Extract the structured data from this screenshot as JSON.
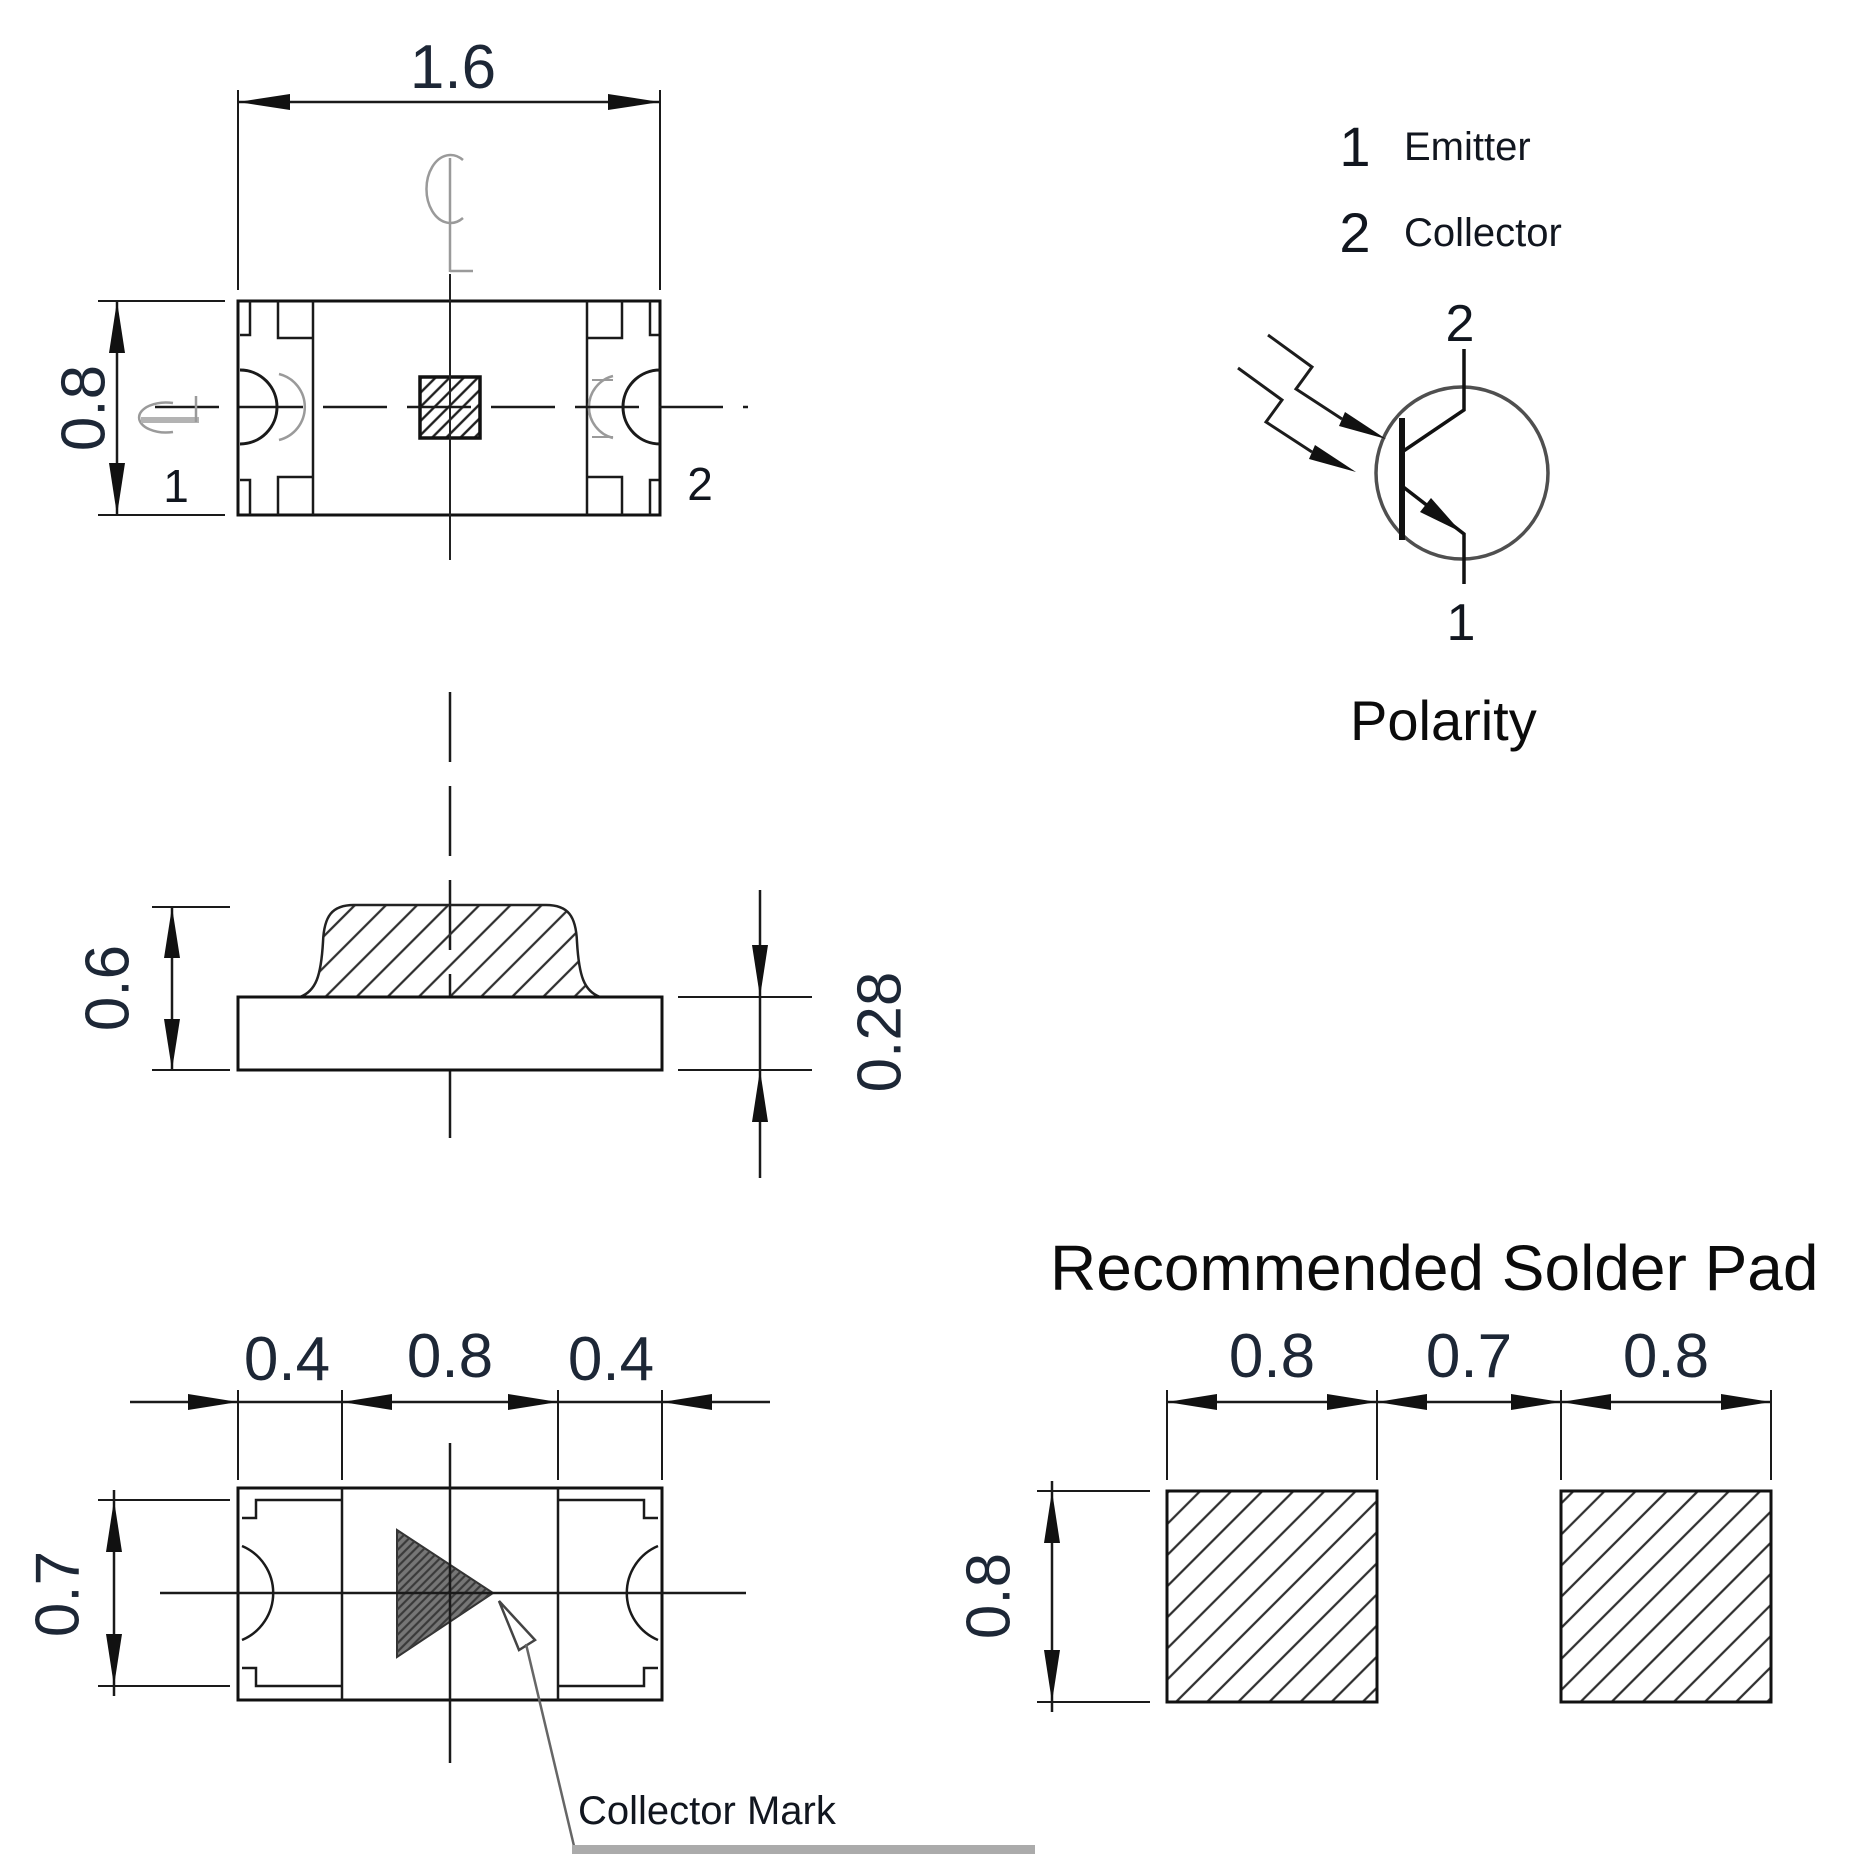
{
  "top_view": {
    "dim_width": "1.6",
    "dim_height": "0.8",
    "pin_left": "1",
    "pin_right": "2"
  },
  "side_view": {
    "dim_total_height": "0.6",
    "dim_base_height": "0.28"
  },
  "bottom_view": {
    "dim_left_pad": "0.4",
    "dim_center": "0.8",
    "dim_right_pad": "0.4",
    "dim_height": "0.7",
    "collector_mark_label": "Collector Mark"
  },
  "polarity": {
    "title": "Polarity",
    "legend": [
      {
        "pin": "1",
        "name": "Emitter"
      },
      {
        "pin": "2",
        "name": "Collector"
      }
    ],
    "symbol_pin_top": "2",
    "symbol_pin_bottom": "1"
  },
  "solder_pad": {
    "title": "Recommended Solder Pad",
    "dim_pad1": "0.8",
    "dim_gap": "0.7",
    "dim_pad2": "0.8",
    "dim_height": "0.8"
  },
  "colors": {
    "line": "#1a1a1a",
    "dim_text": "#1d2736",
    "gray": "#999999"
  }
}
